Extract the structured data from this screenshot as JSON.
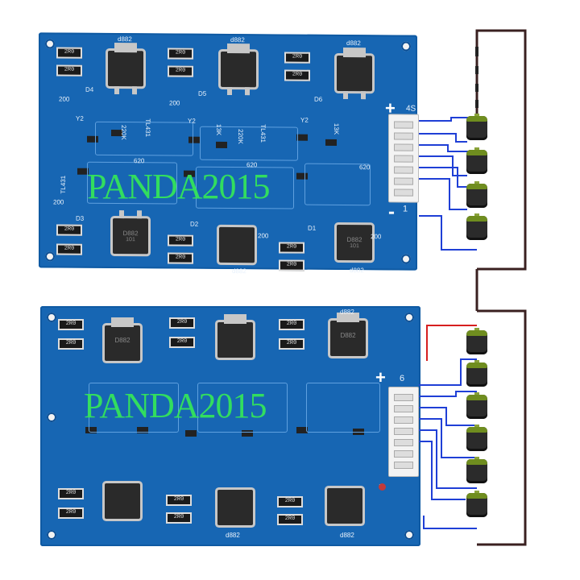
{
  "watermark": {
    "top": "PANDA2015",
    "bottom": "PANDA2015",
    "color": "#35e858"
  },
  "board_top": {
    "transistor_labels": [
      "d882",
      "d882",
      "d882"
    ],
    "bottom_transistor_labels": [
      "d882",
      "d882"
    ],
    "bottom_transistor_text": [
      "D882",
      "D882"
    ],
    "bottom_transistor_sub": [
      "101",
      "101"
    ],
    "resistor_code": "2R0",
    "silk": {
      "tl431": "TL431",
      "y2": "Y2",
      "r200": "200",
      "d4": "D4",
      "d5": "D5",
      "d6": "D6",
      "d1": "D1",
      "d2": "D2",
      "d3": "D3",
      "r220k": "220K",
      "r13k": "13K",
      "r620": "620"
    },
    "plus_mark": "+",
    "minus_mark": "-",
    "conn_top_label": "4S",
    "conn_bottom_label": "1"
  },
  "board_bottom": {
    "transistor_labels": [
      "d882"
    ],
    "transistor_text": [
      "D882",
      "D882"
    ],
    "bottom_labels": [
      "d882",
      "d882"
    ],
    "resistor_code": "2R0",
    "plus_mark": "+",
    "minus_mark": "-",
    "conn_top_label": "6"
  },
  "colors": {
    "pcb": "#1766b3",
    "wire_blue": "#1f3fd6",
    "wire_red": "#d61f1f",
    "frame": "#3a2020",
    "cell_cap": "#6f8d1f"
  }
}
